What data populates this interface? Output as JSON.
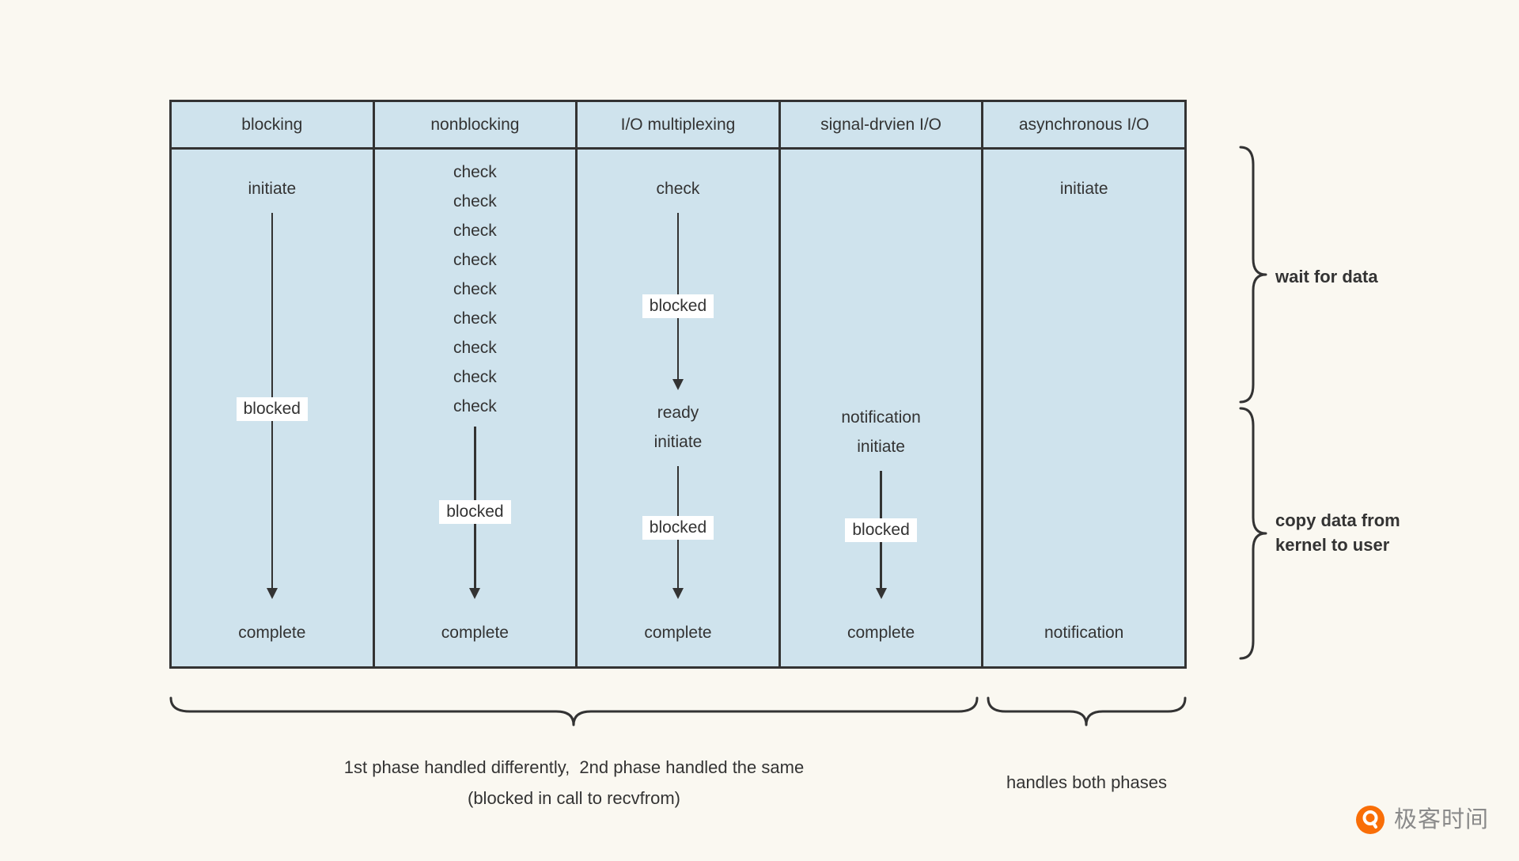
{
  "colors": {
    "page_background": "#faf8f1",
    "cell_background": "#cfe3ed",
    "border": "#333333",
    "text": "#333333",
    "blocked_chip_background": "#ffffff",
    "logo_orange": "#f96e07",
    "logo_text_gray": "#8a8a8a"
  },
  "columns": [
    {
      "header": "blocking",
      "initiate": "initiate",
      "blocked": "blocked",
      "complete": "complete"
    },
    {
      "header": "nonblocking",
      "checks": [
        "check",
        "check",
        "check",
        "check",
        "check",
        "check",
        "check",
        "check",
        "check"
      ],
      "blocked": "blocked",
      "complete": "complete"
    },
    {
      "header": "I/O multiplexing",
      "check": "check",
      "blocked1": "blocked",
      "ready": "ready",
      "initiate": "initiate",
      "blocked2": "blocked",
      "complete": "complete"
    },
    {
      "header": "signal-drvien I/O",
      "notification": "notification",
      "initiate": "initiate",
      "blocked": "blocked",
      "complete": "complete"
    },
    {
      "header": "asynchronous I/O",
      "initiate": "initiate",
      "notification": "notification"
    }
  ],
  "right_labels": {
    "wait": "wait for data",
    "copy_line1": "copy data from",
    "copy_line2": "kernel to user"
  },
  "bottom": {
    "left_line1": "1st phase handled differently,  2nd phase handled the same",
    "left_line2": "(blocked in call to recvfrom)",
    "right": "handles both phases"
  },
  "logo": {
    "text": "极客时间"
  }
}
